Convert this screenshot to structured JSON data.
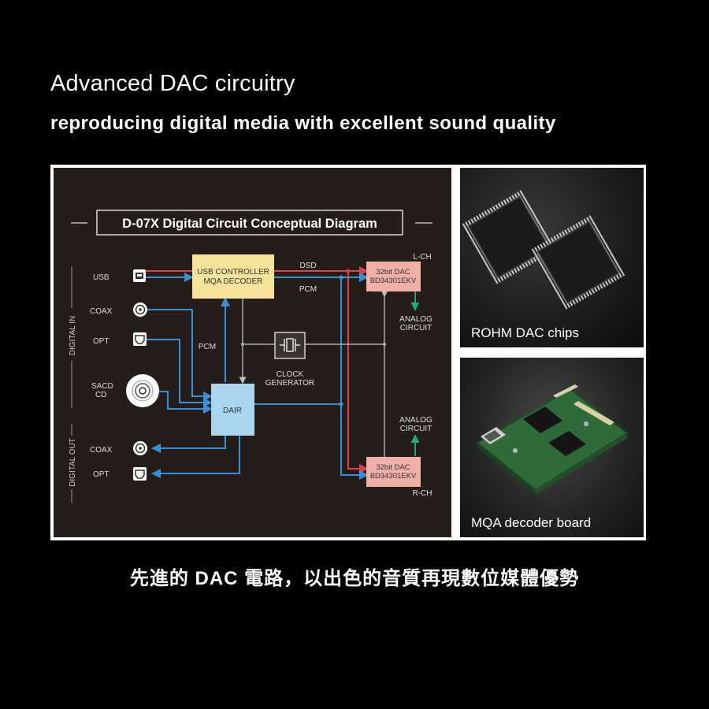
{
  "heading": "Advanced DAC circuitry",
  "subheading": "reproducing digital media with excellent sound quality",
  "diagram": {
    "title": "D-07X Digital Circuit Conceptual Diagram",
    "digital_in_label": "DIGITAL IN",
    "digital_out_label": "DIGITAL OUT",
    "inputs": {
      "usb": "USB",
      "coax": "COAX",
      "opt": "OPT",
      "sacd_line1": "SACD",
      "sacd_line2": "CD"
    },
    "outputs": {
      "coax": "COAX",
      "opt": "OPT"
    },
    "usb_controller_line1": "USB CONTROLLER",
    "usb_controller_line2": "MQA DECODER",
    "dair": "DAIR",
    "clock_line1": "CLOCK",
    "clock_line2": "GENERATOR",
    "dac_l_line1": "32bit DAC",
    "dac_l_line2": "BD34301EKV",
    "dac_r_line1": "32bit DAC",
    "dac_r_line2": "BD34301EKV",
    "lch": "L-CH",
    "rch": "R-CH",
    "dsd": "DSD",
    "pcm_top": "PCM",
    "pcm_left": "PCM",
    "analog_top_line1": "ANALOG",
    "analog_top_line2": "CIRCUIT",
    "analog_bottom_line1": "ANALOG",
    "analog_bottom_line2": "CIRCUIT",
    "colors": {
      "background": "#241d1a",
      "dsd_line": "#d9414b",
      "pcm_line": "#3a8fd6",
      "clock_line": "#a9a9a9",
      "analog_arrow": "#1fae7e",
      "usb_box": "#f6e39a",
      "dair_box": "#a9d6ee",
      "dac_box": "#f0b0a8"
    }
  },
  "photos": {
    "chips_caption": "ROHM DAC chips",
    "board_caption": "MQA decoder board"
  },
  "footer": "先進的 DAC 電路，以出色的音質再現數位媒體優勢"
}
